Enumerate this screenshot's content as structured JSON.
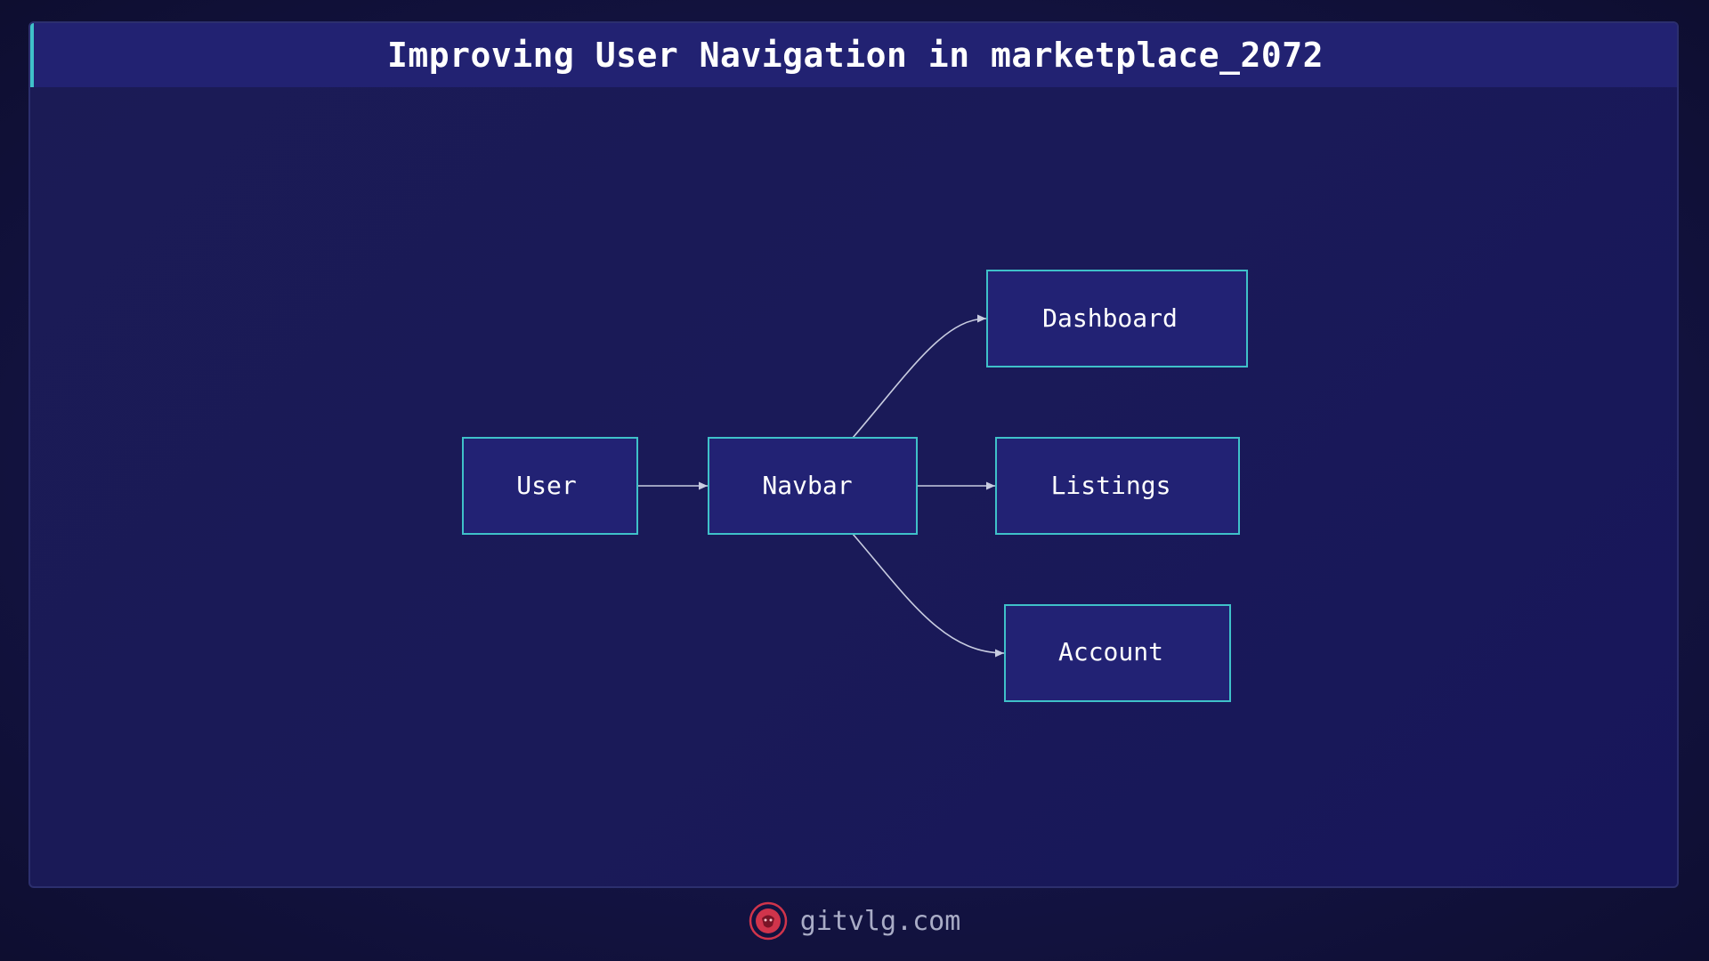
{
  "header": {
    "title": "Improving User Navigation in marketplace_2072"
  },
  "diagram": {
    "nodes": {
      "user": "User",
      "navbar": "Navbar",
      "dashboard": "Dashboard",
      "listings": "Listings",
      "account": "Account"
    },
    "edges": [
      {
        "from": "User",
        "to": "Navbar"
      },
      {
        "from": "Navbar",
        "to": "Dashboard"
      },
      {
        "from": "Navbar",
        "to": "Listings"
      },
      {
        "from": "Navbar",
        "to": "Account"
      }
    ]
  },
  "footer": {
    "site": "gitvlg.com",
    "logo_icon": "lion-head-icon"
  },
  "colors": {
    "background": "#131342",
    "title_bar": "#222272",
    "accent": "#3fc1c9",
    "node_fill": "#222274",
    "edge": "#c8cce0",
    "logo": "#d0344b"
  }
}
